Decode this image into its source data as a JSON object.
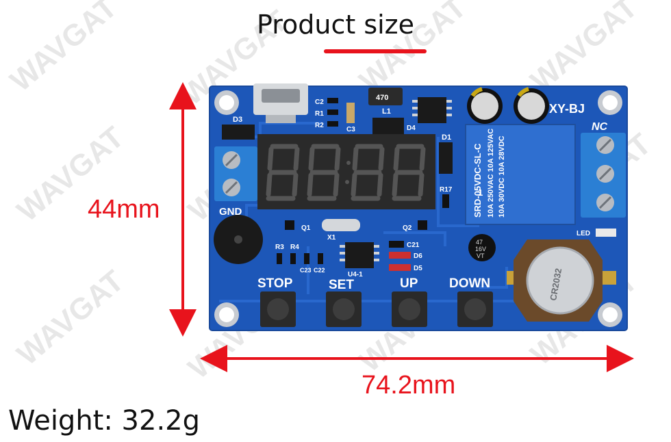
{
  "heading": "Product size",
  "dimensions": {
    "height": "44mm",
    "width": "74.2mm"
  },
  "weight": "Weight: 32.2g",
  "watermark": "WAVGAT",
  "board": {
    "model": "XY-BJ",
    "buttons": [
      "STOP",
      "SET",
      "UP",
      "DOWN"
    ],
    "silkscreen": {
      "gnd": "GND",
      "nc": "NC",
      "led": "LED",
      "d3": "D3",
      "d1": "D1",
      "d4": "D4",
      "d5": "D5",
      "d6": "D6",
      "c2": "C2",
      "c3": "C3",
      "c21": "C21",
      "c22": "C22",
      "c23": "C23",
      "r1": "R1",
      "r2": "R2",
      "r3": "R3",
      "r4": "R4",
      "r17": "R17",
      "q1": "Q1",
      "q2": "Q2",
      "x1": "X1",
      "u4": "U4-1",
      "l1": "L1",
      "inductor": "470"
    },
    "relay_lines": [
      "SRD-05VDC-SL-C",
      "10A 250VAC 10A 125VAC",
      "10A 30VDC 10A 28VDC"
    ],
    "relay_index": "1",
    "capacitor_small": [
      "47",
      "16V",
      "VT"
    ],
    "battery_label": "CR2032"
  },
  "colors": {
    "accent": "#e8131c",
    "pcb": "#1d57b8",
    "relay": "#2f6fd0"
  }
}
